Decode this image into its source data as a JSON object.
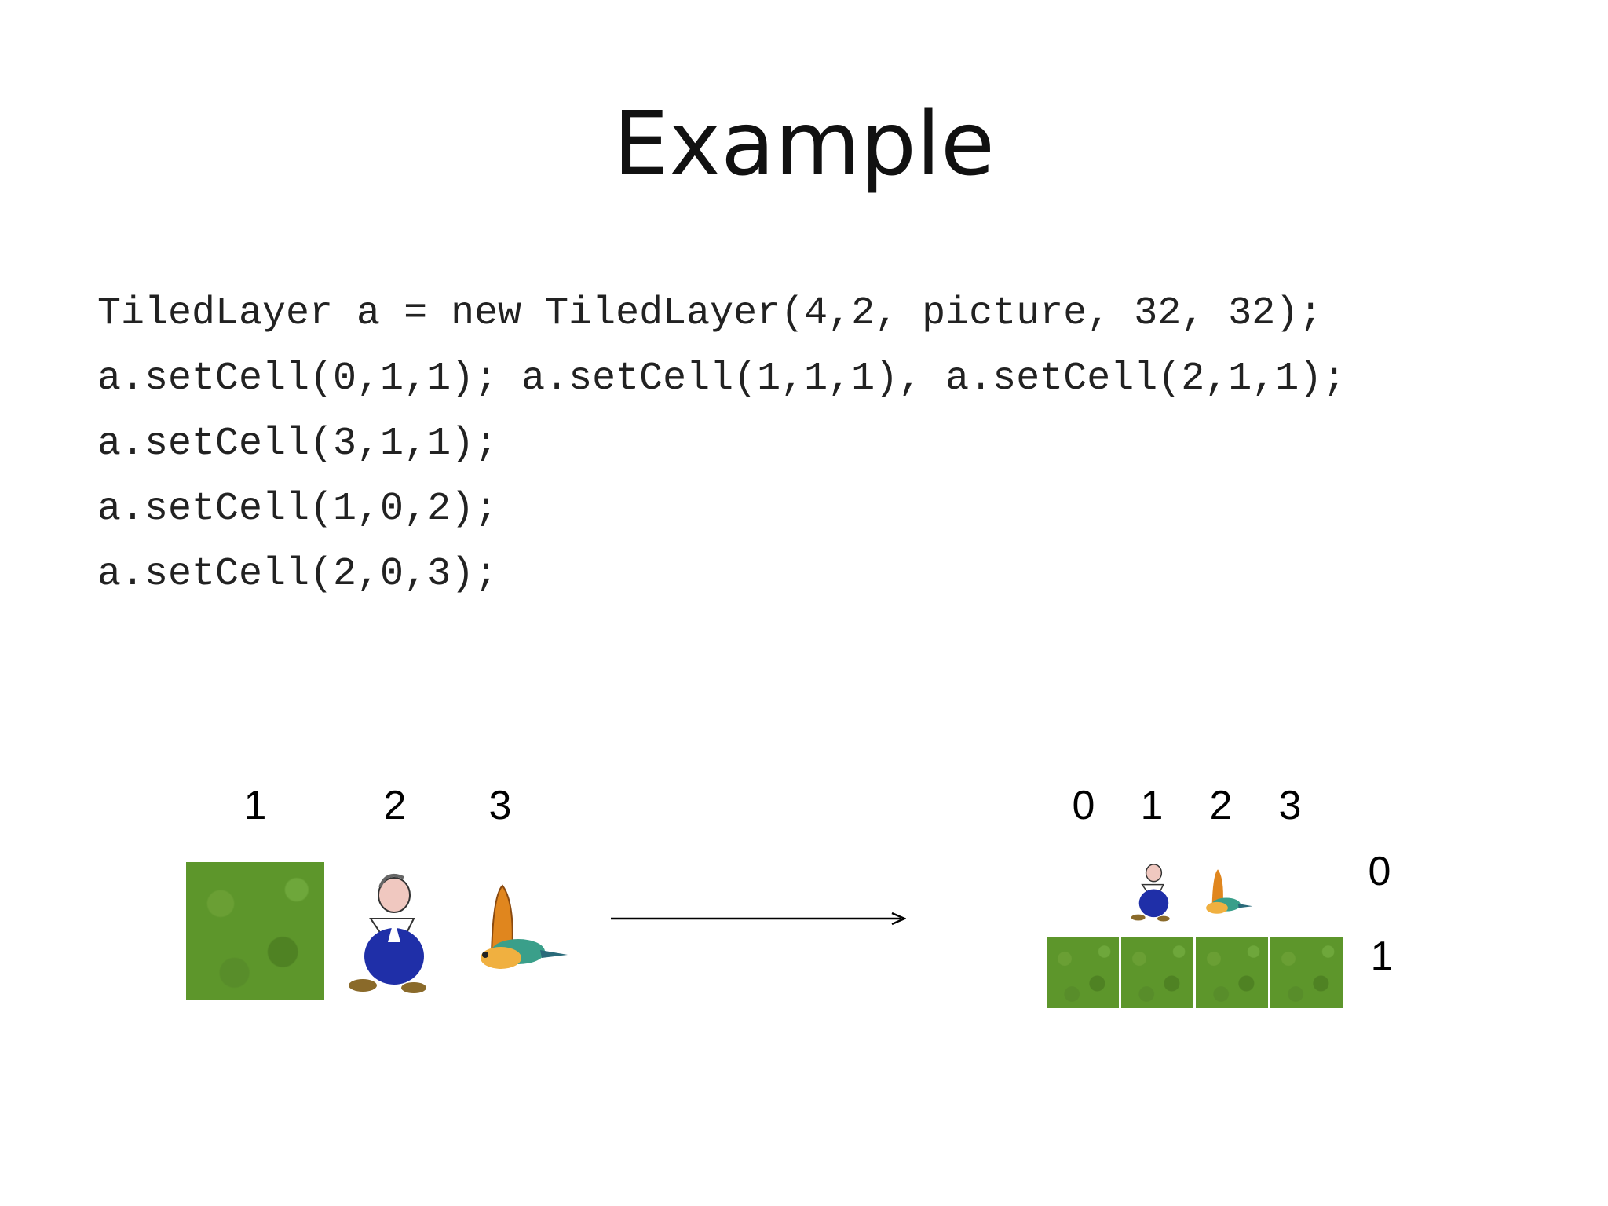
{
  "slide": {
    "title": "Example",
    "code_lines": [
      "TiledLayer a = new TiledLayer(4,2, picture, 32, 32);",
      "a.setCell(0,1,1); a.setCell(1,1,1), a.setCell(2,1,1);",
      "a.setCell(3,1,1);",
      "a.setCell(1,0,2);",
      "a.setCell(2,0,3);"
    ]
  },
  "source_tiles": {
    "labels": [
      "1",
      "2",
      "3"
    ],
    "images": [
      "grass-tile",
      "old-man-sprite",
      "bird-sprite"
    ]
  },
  "result_layer": {
    "column_labels": [
      "0",
      "1",
      "2",
      "3"
    ],
    "row_labels": [
      "0",
      "1"
    ],
    "cells": [
      {
        "col": 1,
        "row": 0,
        "tile": 2
      },
      {
        "col": 2,
        "row": 0,
        "tile": 3
      },
      {
        "col": 0,
        "row": 1,
        "tile": 1
      },
      {
        "col": 1,
        "row": 1,
        "tile": 1
      },
      {
        "col": 2,
        "row": 1,
        "tile": 1
      },
      {
        "col": 3,
        "row": 1,
        "tile": 1
      }
    ]
  },
  "colors": {
    "grass": "#5d962b",
    "man_body": "#1f2fa8",
    "bird_wing": "#e0861e",
    "bird_body": "#3a9f8a"
  }
}
